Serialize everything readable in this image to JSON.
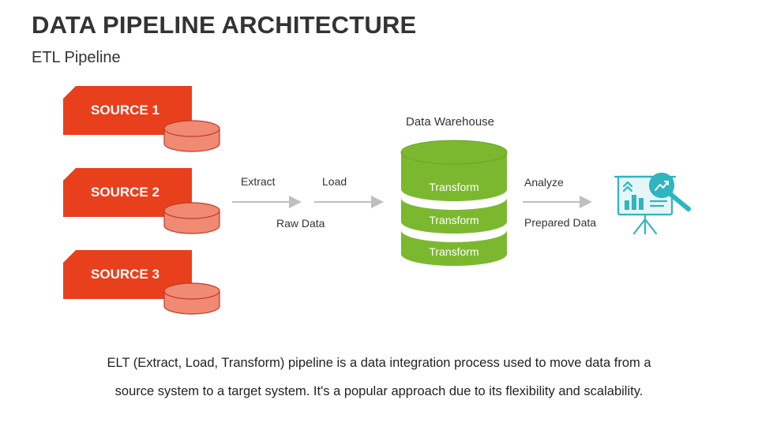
{
  "slide": {
    "title": "DATA PIPELINE ARCHITECTURE",
    "subtitle": "ETL Pipeline"
  },
  "sources": [
    {
      "label": "SOURCE 1"
    },
    {
      "label": "SOURCE 2"
    },
    {
      "label": "SOURCE 3"
    }
  ],
  "flow": {
    "extract": "Extract",
    "load": "Load",
    "raw_data": "Raw Data",
    "analyze": "Analyze",
    "prepared_data": "Prepared Data"
  },
  "warehouse": {
    "title": "Data Warehouse",
    "layers": [
      "Transform",
      "Transform",
      "Transform"
    ]
  },
  "description": {
    "line1": "ELT (Extract, Load, Transform) pipeline is a data integration process used to move data from a",
    "line2": "source system to a target system. It's a popular approach due to its flexibility and scalability."
  },
  "colors": {
    "source": "#e8401c",
    "source_cylinder": "#f08a72",
    "warehouse": "#7cb82f",
    "arrow": "#bfbfbf",
    "analytics_icon": "#2eb5c0"
  },
  "icons": {
    "analytics": "presentation-board-analytics-icon"
  }
}
